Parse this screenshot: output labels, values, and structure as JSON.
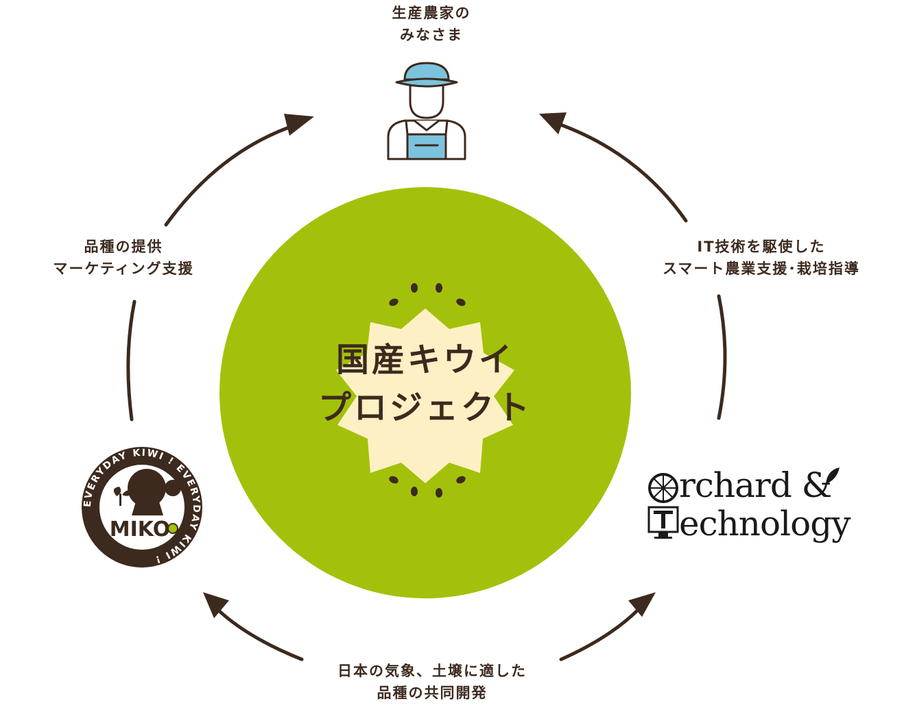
{
  "farmers": {
    "line1": "生産農家の",
    "line2": "みなさま",
    "icon": "farmer-icon"
  },
  "left_relation": {
    "line1": "品種の提供",
    "line2": "マーケティング支援"
  },
  "right_relation": {
    "line1": "IT技術を駆使した",
    "line2": "スマート農業支援･栽培指導"
  },
  "bottom_relation": {
    "line1": "日本の気象、土壌に適した",
    "line2": "品種の共同開発"
  },
  "center": {
    "line1": "国産キウイ",
    "line2": "プロジェクト"
  },
  "miko_logo": {
    "ring_text": "EVERYDAY KIWI ! EVERYDAY KIWI ! ",
    "name": "MIKO"
  },
  "ot_logo": {
    "line1_rest": "rchard &",
    "line2_rest": "echnology"
  },
  "colors": {
    "brown": "#3d2a1e",
    "green": "#a3c10a",
    "cream": "#fdf0c4",
    "hat_blue": "#7cc3dd",
    "overall_blue": "#7cc3dd"
  }
}
